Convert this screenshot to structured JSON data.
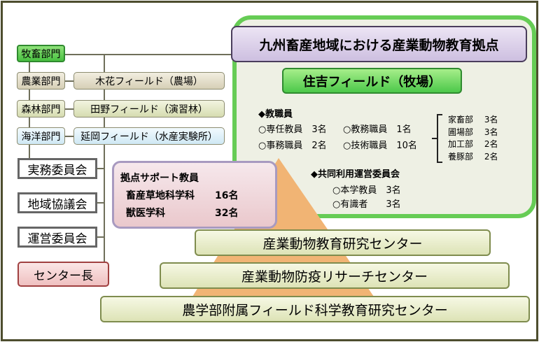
{
  "title": "九州畜産地域における産業動物教育拠点",
  "farm": "住吉フィールド（牧場）",
  "departments": [
    "牧畜部門",
    "農業部門",
    "森林部門",
    "海洋部門"
  ],
  "fields": [
    "木花フィールド（農場）",
    "田野フィールド（演習林）",
    "延岡フィールド（水産実験所）"
  ],
  "committees": [
    "実務委員会",
    "地域協議会",
    "運営委員会"
  ],
  "director": "センター長",
  "staff": {
    "heading": "◆教職員",
    "rows": [
      [
        "○専任教員　3名",
        "○教務職員　1名"
      ],
      [
        "○事務職員　2名",
        "○技術職員　10名"
      ]
    ],
    "sections": [
      [
        "家畜部",
        "3名"
      ],
      [
        "圃場部",
        "3名"
      ],
      [
        "加工部",
        "2名"
      ],
      [
        "養豚部",
        "2名"
      ]
    ]
  },
  "joint": {
    "heading": "◆共同利用運営委員会",
    "rows": [
      "○本学教員　3名",
      "○有識者　　3名"
    ]
  },
  "support": {
    "heading": "拠点サポート教員",
    "rows": [
      [
        "畜産草地科学科",
        "16名"
      ],
      [
        "獣医学科",
        "32名"
      ]
    ]
  },
  "centers": [
    "産業動物教育研究センター",
    "産業動物防疫リサーチセンター",
    "農学部附属フィールド科学教育研究センター"
  ]
}
